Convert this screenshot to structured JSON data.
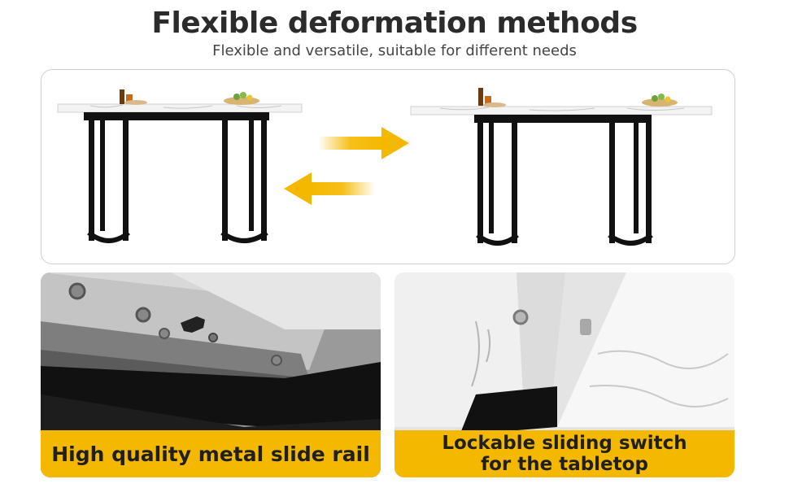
{
  "header": {
    "title": "Flexible deformation methods",
    "subtitle": "Flexible and versatile, suitable for different needs"
  },
  "features": [
    {
      "caption": "High quality metal slide rail"
    },
    {
      "caption": "Lockable sliding switch\nfor the tabletop"
    }
  ],
  "colors": {
    "accent": "#f5b800",
    "frame": "#111111",
    "tabletop": "#f2f2f2"
  },
  "icons": {
    "expand": "arrow-right-icon",
    "retract": "arrow-left-icon"
  }
}
